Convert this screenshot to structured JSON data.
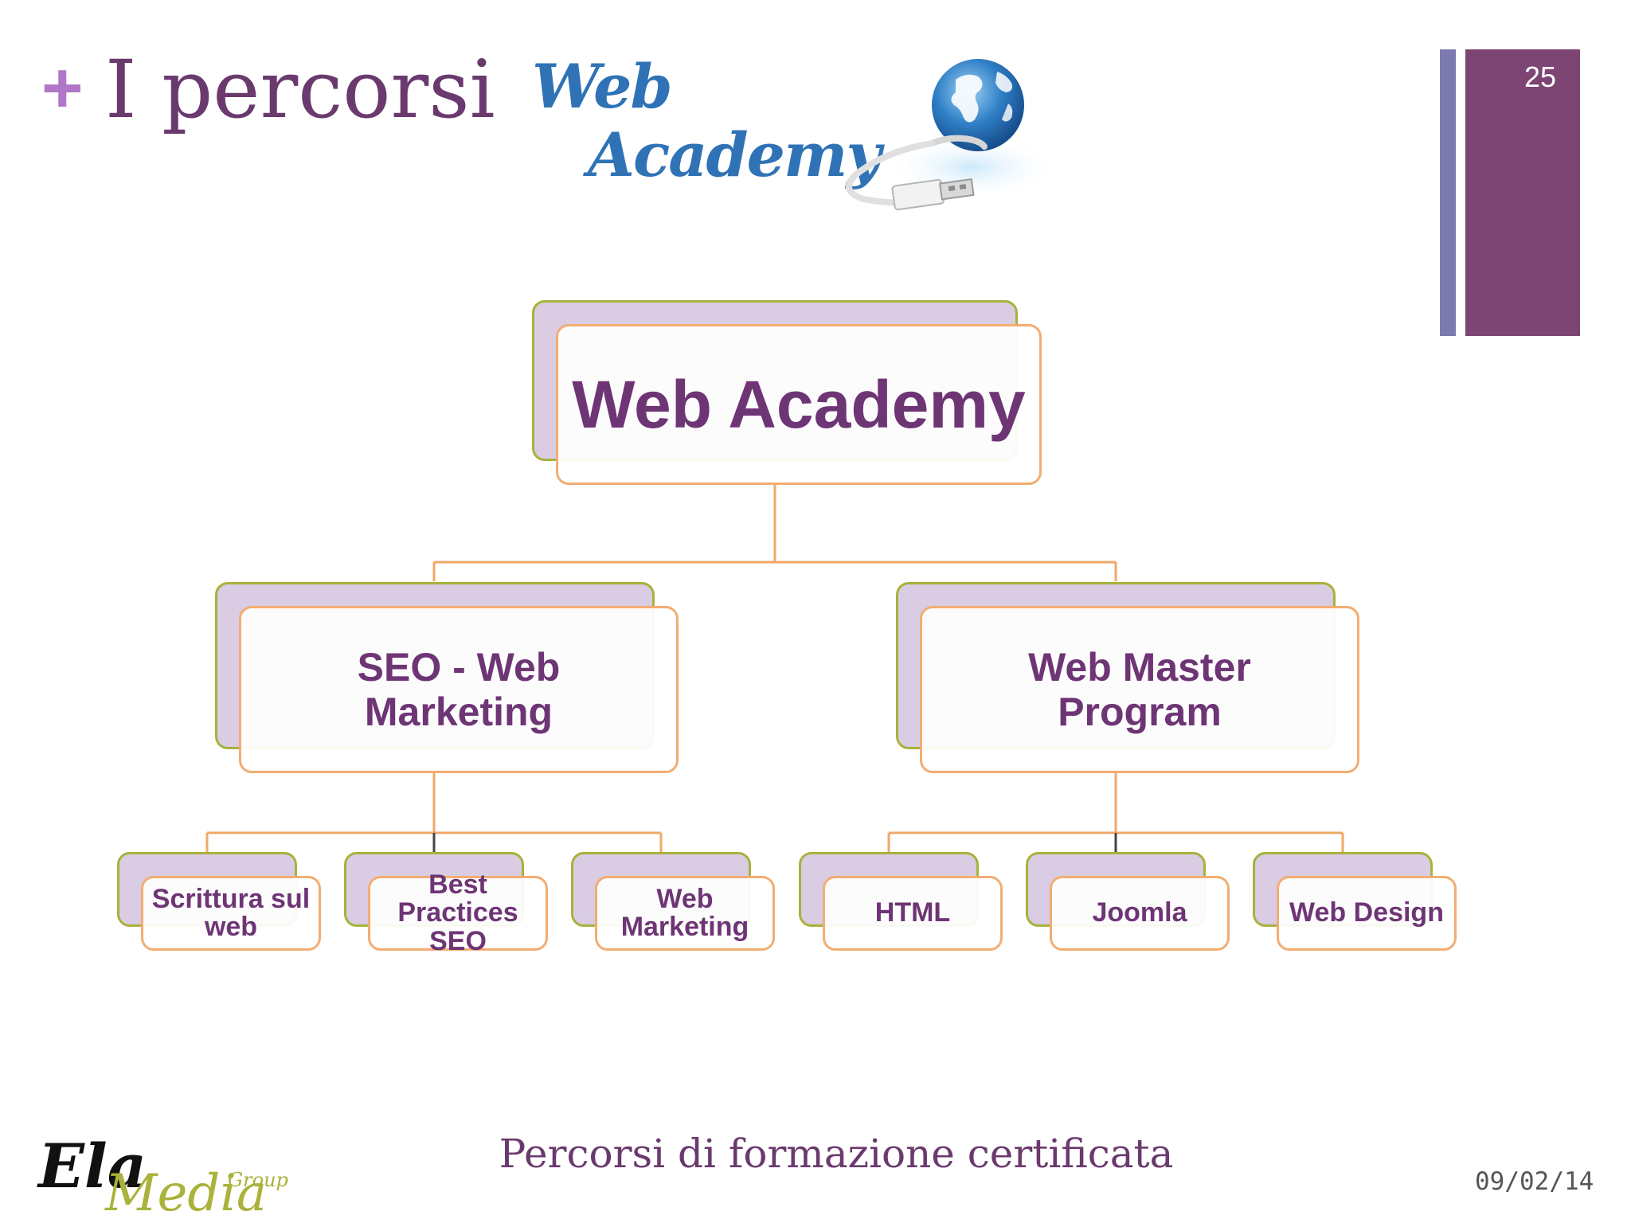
{
  "header": {
    "plus_glyph": "+",
    "title": "I percorsi",
    "page_number": "25"
  },
  "logo": {
    "line1": "Web",
    "line2": "Academy"
  },
  "diagram": {
    "root": "Web Academy",
    "branches": [
      {
        "label": "SEO - Web Marketing",
        "children": [
          "Scrittura sul web",
          "Best Practices SEO",
          "Web Marketing"
        ]
      },
      {
        "label": "Web Master Program",
        "children": [
          "HTML",
          "Joomla",
          "Web Design"
        ]
      }
    ]
  },
  "footer": {
    "caption": "Percorsi di formazione certificata",
    "date": "09/02/14",
    "brand_ela": "Ela",
    "brand_media": "Media",
    "brand_group": "Group"
  },
  "colors": {
    "title": "#6a3a6e",
    "plus": "#b176c7",
    "accent_bar": "#7c4574",
    "accent_bar_thin": "#7c7aae",
    "node_text": "#6e3575",
    "node_border": "#f2ad72",
    "node_shadow_fill": "#d9cce3",
    "node_shadow_border": "#a7b23a",
    "connector": "#f0a866",
    "logo_blue": "#2f73b6",
    "brand_green": "#a9b23a"
  }
}
